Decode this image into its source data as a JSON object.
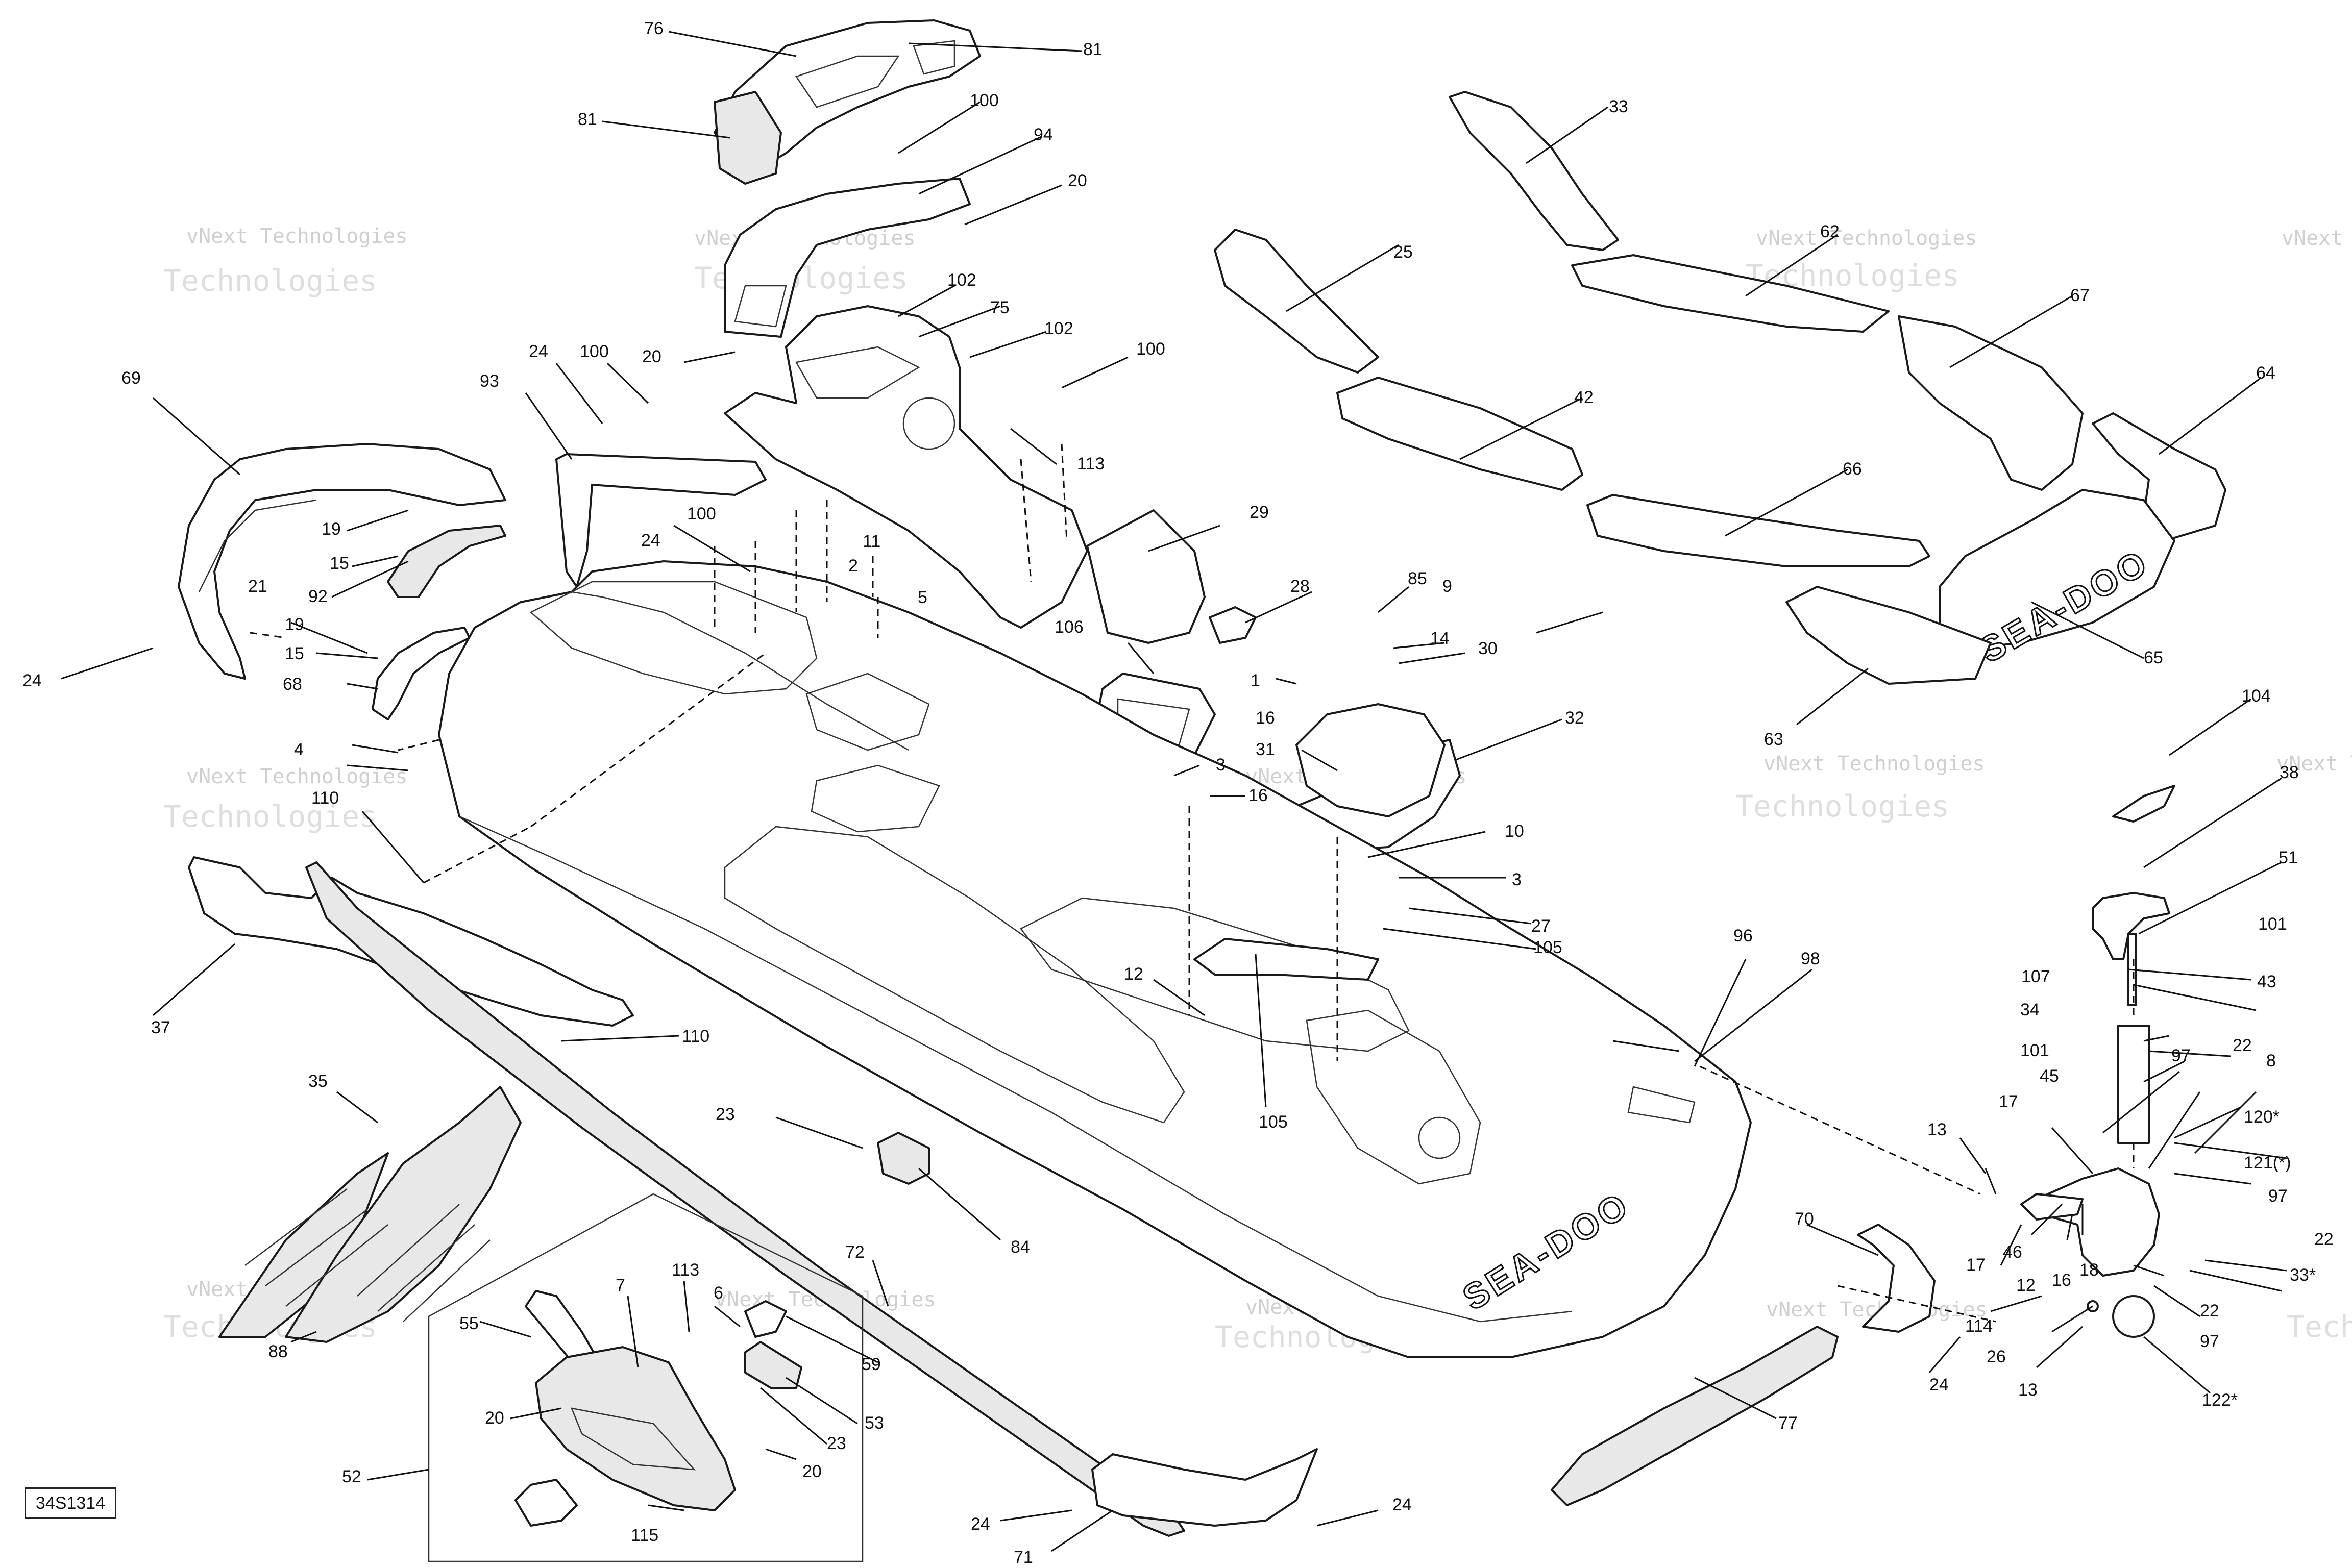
{
  "diagram": {
    "ref_code": "34S1314",
    "brand_marks": [
      "SEA-DOO",
      "SEA-DOO"
    ],
    "watermark_lines": [
      "vNext Technologies",
      "Technologies"
    ],
    "callouts": [
      {
        "id": "c76",
        "label": "76"
      },
      {
        "id": "c81a",
        "label": "81"
      },
      {
        "id": "c81b",
        "label": "81"
      },
      {
        "id": "c100a",
        "label": "100"
      },
      {
        "id": "c94",
        "label": "94"
      },
      {
        "id": "c20a",
        "label": "20"
      },
      {
        "id": "c20b",
        "label": "20"
      },
      {
        "id": "c102a",
        "label": "102"
      },
      {
        "id": "c75",
        "label": "75"
      },
      {
        "id": "c102b",
        "label": "102"
      },
      {
        "id": "c100b",
        "label": "100"
      },
      {
        "id": "c24a",
        "label": "24"
      },
      {
        "id": "c100c",
        "label": "100"
      },
      {
        "id": "c93",
        "label": "93"
      },
      {
        "id": "c69",
        "label": "69"
      },
      {
        "id": "c19a",
        "label": "19"
      },
      {
        "id": "c15a",
        "label": "15"
      },
      {
        "id": "c92",
        "label": "92"
      },
      {
        "id": "c21",
        "label": "21"
      },
      {
        "id": "c24b",
        "label": "24"
      },
      {
        "id": "c19b",
        "label": "19"
      },
      {
        "id": "c15b",
        "label": "15"
      },
      {
        "id": "c68",
        "label": "68"
      },
      {
        "id": "c24c",
        "label": "24"
      },
      {
        "id": "c100d",
        "label": "100"
      },
      {
        "id": "c11",
        "label": "11"
      },
      {
        "id": "c2",
        "label": "2"
      },
      {
        "id": "c5",
        "label": "5"
      },
      {
        "id": "c113a",
        "label": "113"
      },
      {
        "id": "c29",
        "label": "29"
      },
      {
        "id": "c28",
        "label": "28"
      },
      {
        "id": "c85",
        "label": "85"
      },
      {
        "id": "c9",
        "label": "9"
      },
      {
        "id": "c14",
        "label": "14"
      },
      {
        "id": "c30",
        "label": "30"
      },
      {
        "id": "c1",
        "label": "1"
      },
      {
        "id": "c16a",
        "label": "16"
      },
      {
        "id": "c106",
        "label": "106"
      },
      {
        "id": "c32",
        "label": "32"
      },
      {
        "id": "c31",
        "label": "31"
      },
      {
        "id": "c3a",
        "label": "3"
      },
      {
        "id": "c16b",
        "label": "16"
      },
      {
        "id": "c4",
        "label": "4"
      },
      {
        "id": "c110a",
        "label": "110"
      },
      {
        "id": "c10",
        "label": "10"
      },
      {
        "id": "c3b",
        "label": "3"
      },
      {
        "id": "c27",
        "label": "27"
      },
      {
        "id": "c105a",
        "label": "105"
      },
      {
        "id": "c37",
        "label": "37"
      },
      {
        "id": "c12a",
        "label": "12"
      },
      {
        "id": "c110b",
        "label": "110"
      },
      {
        "id": "c105b",
        "label": "105"
      },
      {
        "id": "c35",
        "label": "35"
      },
      {
        "id": "c23a",
        "label": "23"
      },
      {
        "id": "c84",
        "label": "84"
      },
      {
        "id": "c72",
        "label": "72"
      },
      {
        "id": "c96",
        "label": "96"
      },
      {
        "id": "c98",
        "label": "98"
      },
      {
        "id": "c7",
        "label": "7"
      },
      {
        "id": "c113b",
        "label": "113"
      },
      {
        "id": "c6",
        "label": "6"
      },
      {
        "id": "c59",
        "label": "59"
      },
      {
        "id": "c55",
        "label": "55"
      },
      {
        "id": "c53",
        "label": "53"
      },
      {
        "id": "c20c",
        "label": "20"
      },
      {
        "id": "c23b",
        "label": "23"
      },
      {
        "id": "c20d",
        "label": "20"
      },
      {
        "id": "c88",
        "label": "88"
      },
      {
        "id": "c52",
        "label": "52"
      },
      {
        "id": "c115",
        "label": "115"
      },
      {
        "id": "c24d",
        "label": "24"
      },
      {
        "id": "c71",
        "label": "71"
      },
      {
        "id": "c24e",
        "label": "24"
      },
      {
        "id": "c70",
        "label": "70"
      },
      {
        "id": "c77",
        "label": "77"
      },
      {
        "id": "c24f",
        "label": "24"
      },
      {
        "id": "c33",
        "label": "33"
      },
      {
        "id": "c62",
        "label": "62"
      },
      {
        "id": "c25",
        "label": "25"
      },
      {
        "id": "c67",
        "label": "67"
      },
      {
        "id": "c42",
        "label": "42"
      },
      {
        "id": "c64",
        "label": "64"
      },
      {
        "id": "c66",
        "label": "66"
      },
      {
        "id": "c65",
        "label": "65"
      },
      {
        "id": "c63",
        "label": "63"
      },
      {
        "id": "c104",
        "label": "104"
      },
      {
        "id": "c38",
        "label": "38"
      },
      {
        "id": "c51",
        "label": "51"
      },
      {
        "id": "c107",
        "label": "107"
      },
      {
        "id": "c34",
        "label": "34"
      },
      {
        "id": "c101a",
        "label": "101"
      },
      {
        "id": "c101b",
        "label": "101"
      },
      {
        "id": "c43",
        "label": "43"
      },
      {
        "id": "c97a",
        "label": "97"
      },
      {
        "id": "c22a",
        "label": "22"
      },
      {
        "id": "c8",
        "label": "8"
      },
      {
        "id": "c45",
        "label": "45"
      },
      {
        "id": "c13a",
        "label": "13"
      },
      {
        "id": "c17a",
        "label": "17"
      },
      {
        "id": "c120",
        "label": "120*"
      },
      {
        "id": "c121",
        "label": "121(*)"
      },
      {
        "id": "c97b",
        "label": "97"
      },
      {
        "id": "c22b",
        "label": "22"
      },
      {
        "id": "c17b",
        "label": "17"
      },
      {
        "id": "c46",
        "label": "46"
      },
      {
        "id": "c12b",
        "label": "12"
      },
      {
        "id": "c16c",
        "label": "16"
      },
      {
        "id": "c18",
        "label": "18"
      },
      {
        "id": "c33s",
        "label": "33*"
      },
      {
        "id": "c22c",
        "label": "22"
      },
      {
        "id": "c97c",
        "label": "97"
      },
      {
        "id": "c114",
        "label": "114"
      },
      {
        "id": "c26",
        "label": "26"
      },
      {
        "id": "c13b",
        "label": "13"
      },
      {
        "id": "c122",
        "label": "122*"
      }
    ]
  }
}
